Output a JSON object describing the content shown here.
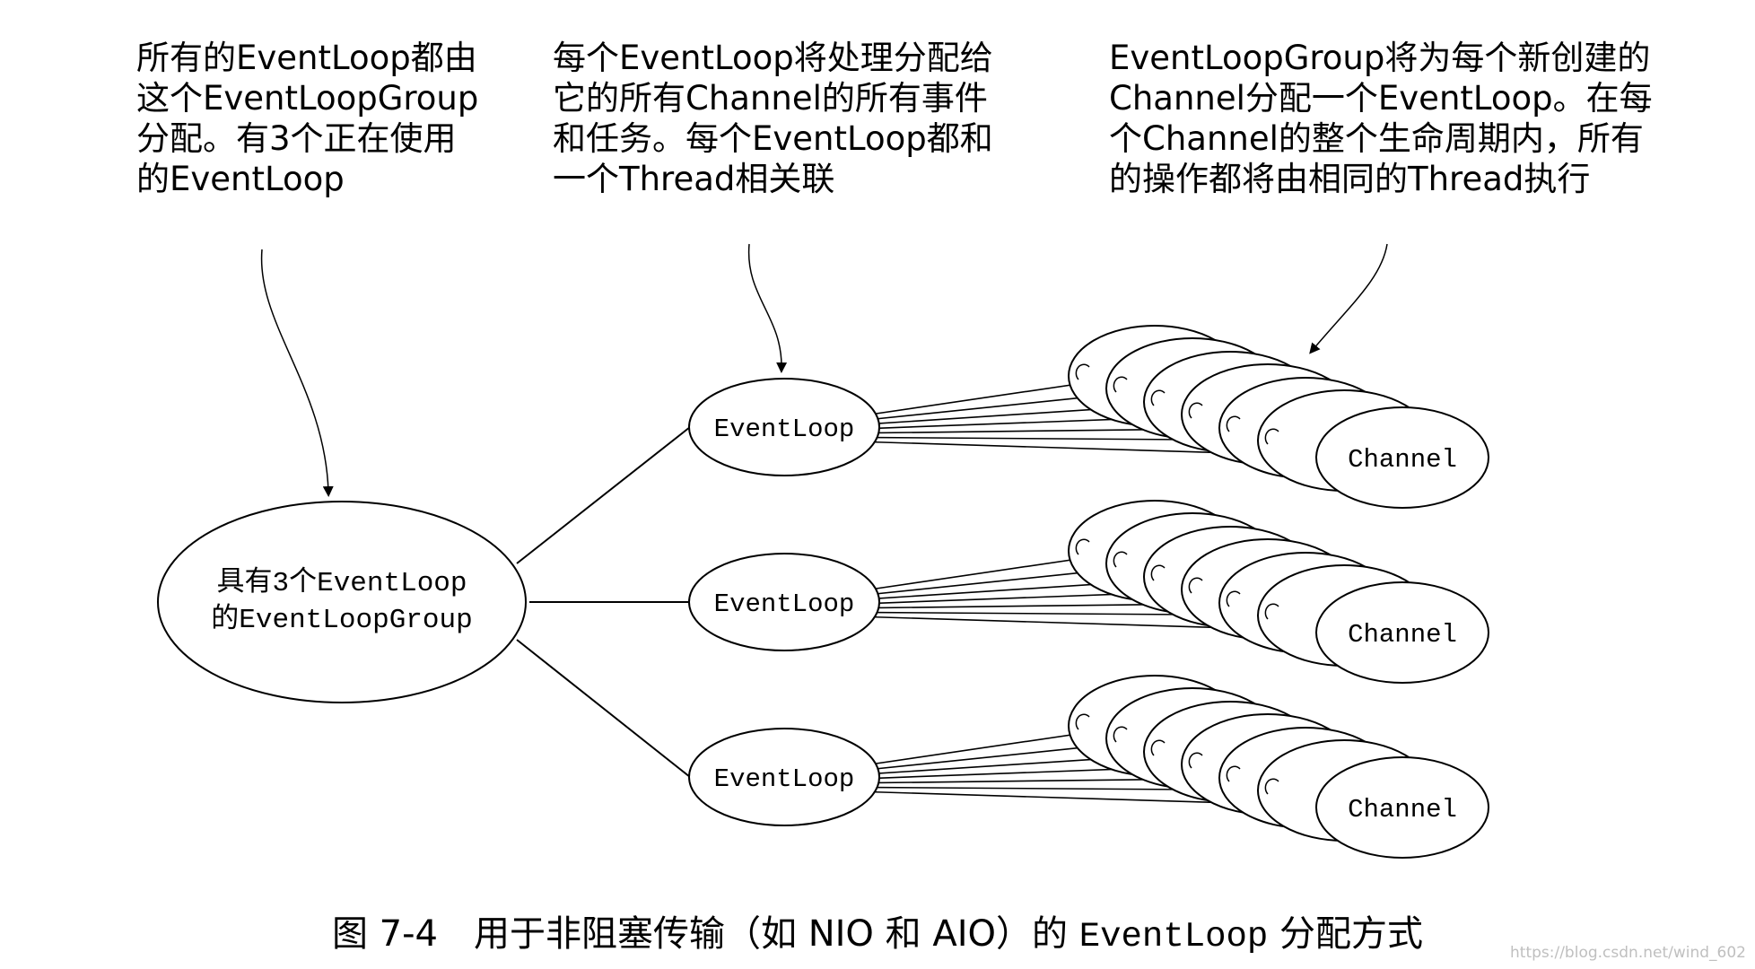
{
  "annotations": {
    "left": [
      "所有的EventLoop都由",
      "这个EventLoopGroup",
      "分配。有3个正在使用",
      "的EventLoop"
    ],
    "middle": [
      "每个EventLoop将处理分配给",
      "它的所有Channel的所有事件",
      "和任务。每个EventLoop都和",
      "一个Thread相关联"
    ],
    "right": [
      "EventLoopGroup将为每个新创建的",
      "Channel分配一个EventLoop。在每",
      "个Channel的整个生命周期内，所有",
      "的操作都将由相同的Thread执行"
    ]
  },
  "group_node": {
    "line1": "具有3个EventLoop",
    "line2": "的EventLoopGroup"
  },
  "event_loops": [
    {
      "label": "EventLoop",
      "channel_label": "Channel"
    },
    {
      "label": "EventLoop",
      "channel_label": "Channel"
    },
    {
      "label": "EventLoop",
      "channel_label": "Channel"
    }
  ],
  "caption": {
    "prefix": "图 7-4　用于非阻塞传输（如 NIO 和 AIO）的 ",
    "code": "EventLoop",
    "suffix": " 分配方式"
  },
  "watermark": "https://blog.csdn.net/wind_602"
}
